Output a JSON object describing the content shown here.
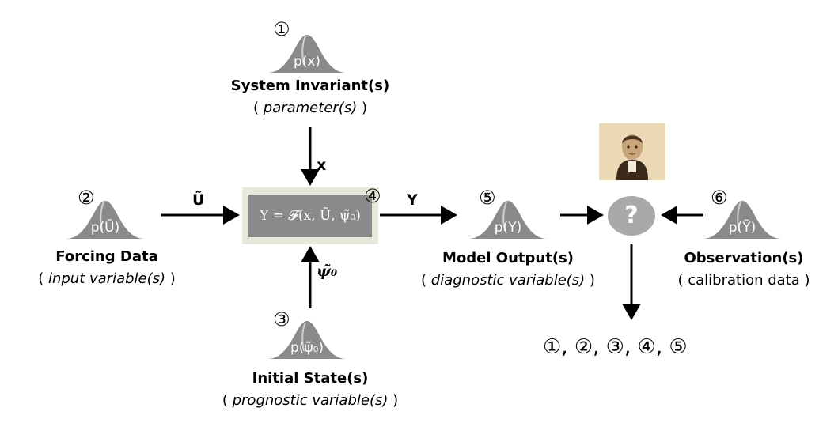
{
  "nodes": {
    "system_invariant": {
      "number": "①",
      "dist_label": "p(x)",
      "title": "System Invariant(s)",
      "subtitle_pre": "( ",
      "subtitle_italic": "parameter(s)",
      "subtitle_post": " )"
    },
    "forcing": {
      "number": "②",
      "dist_label": "p(Ũ)",
      "title": "Forcing Data",
      "subtitle_pre": "( ",
      "subtitle_italic": "input variable(s)",
      "subtitle_post": " )"
    },
    "initial_state": {
      "number": "③",
      "dist_label": "p(ψ̃₀)",
      "title": "Initial State(s)",
      "subtitle_pre": "( ",
      "subtitle_italic": "prognostic variable(s)",
      "subtitle_post": " )"
    },
    "model": {
      "number": "④",
      "equation": "Y = 𝓕(x, Ũ, ψ̃₀)"
    },
    "model_output": {
      "number": "⑤",
      "dist_label": "p(Y)",
      "title": "Model Output(s)",
      "subtitle_pre": "( ",
      "subtitle_italic": "diagnostic variable(s)",
      "subtitle_post": " )"
    },
    "observation": {
      "number": "⑥",
      "dist_label": "p(Ỹ)",
      "title": "Observation(s)",
      "subtitle_pre": "( ",
      "subtitle_italic": "",
      "subtitle_post": "calibration data )"
    }
  },
  "arrows": {
    "x_label": "x",
    "u_label": "Ũ",
    "psi_label": "ψ̃₀",
    "y_label": "Y"
  },
  "inference": {
    "symbol": "?",
    "outcome": "①, ②, ③, ④, ⑤",
    "portrait_icon": "bayes-portrait-icon"
  },
  "colors": {
    "dist_fill": "#8a8a8a",
    "model_fill": "#8a8a8a",
    "model_frame": "#e7e7da",
    "question_fill": "#a9a9a9"
  }
}
